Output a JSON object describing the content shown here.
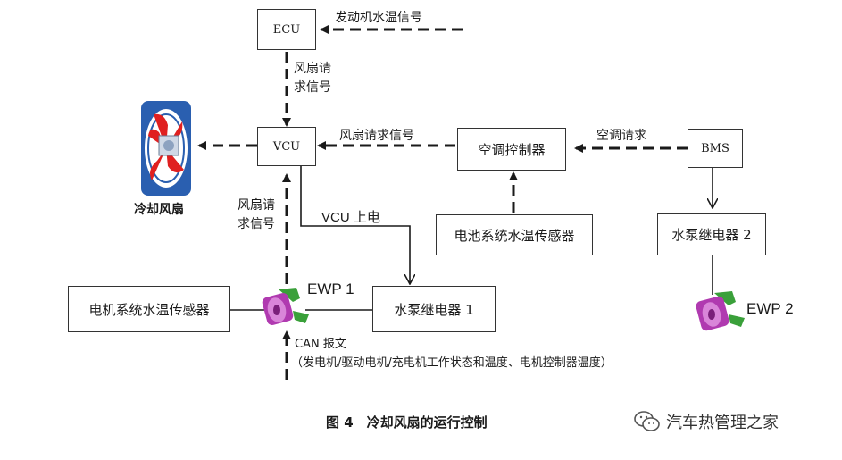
{
  "boxes": {
    "ecu": "ECU",
    "vcu": "VCU",
    "ac_controller": "空调控制器",
    "bms": "BMS",
    "battery_temp_sensor": "电池系统水温传感器",
    "pump_relay_2": "水泵继电器 2",
    "motor_temp_sensor": "电机系统水温传感器",
    "pump_relay_1": "水泵继电器 1"
  },
  "labels": {
    "engine_temp_signal": "发动机水温信号",
    "fan_request_ecu_line1": "风扇请",
    "fan_request_ecu_line2": "求信号",
    "fan_request_ac": "风扇请求信号",
    "ac_request": "空调请求",
    "fan_request_ewp_line1": "风扇请",
    "fan_request_ewp_line2": "求信号",
    "vcu_power_on": "VCU 上电",
    "cooling_fan": "冷却风扇",
    "ewp1": "EWP 1",
    "ewp2": "EWP 2",
    "can_msg_line1": "CAN 报文",
    "can_msg_line2": "（发电机/驱动电机/充电机工作状态和温度、电机控制器温度）"
  },
  "caption": "图 4　冷却风扇的运行控制",
  "watermark": "汽车热管理之家",
  "icons": [
    "cooling-fan-icon",
    "water-pump-icon",
    "wechat-icon"
  ],
  "colors": {
    "line": "#1a1a1a",
    "fan_red": "#e02020",
    "fan_blue": "#2a5fb0",
    "pump_purple": "#b03ab0",
    "pump_green": "#3aa03a"
  }
}
